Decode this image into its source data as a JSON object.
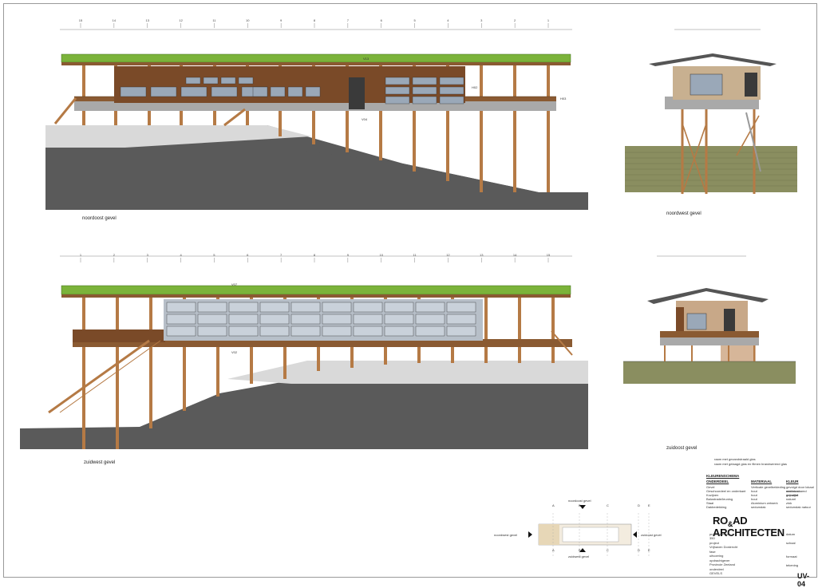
{
  "elevations": {
    "noordoost": "noordoost gevel",
    "noordwest": "noordwest gevel",
    "zuidwest": "zuidwest gevel",
    "zuidoost": "zuidoost gevel"
  },
  "legend": {
    "item1": "raam met gezandstraald glas",
    "item2": "raam met gelaagd glas en filmen brandwerend glas"
  },
  "kleurenschema": {
    "title": "KLEURENSCHEMA",
    "col_onderdeel": "ONDERDEEL",
    "col_materiaal": "MATERIAAL",
    "col_kleur": "KLEUR",
    "rows": [
      [
        "Gevel",
        "Verticale gevelbekleding",
        "gevolgd door lokaal materiaal"
      ],
      [
        "Geschoordeel en onderkant",
        "hout",
        "verduurzaamd gepolijst"
      ],
      [
        "Kozijnen",
        "hout",
        "antraciet"
      ],
      [
        "Balustrade/leuning",
        "hout",
        "naturel"
      ],
      [
        "Staal",
        "Aluminium zetwerk",
        "zink"
      ],
      [
        "Dakbedekking",
        "sedumdak",
        "sedumdak natuur"
      ]
    ]
  },
  "firm": {
    "name_pre": "RO",
    "name_amp": "&",
    "name_post": "AD ARCHITECTEN"
  },
  "titleblock": {
    "k1": "projectnummer",
    "v1": "350",
    "k2": "project",
    "v2": "Vrijhaven Dordrecht",
    "k3": "fase",
    "v3": "uitvoering",
    "k4": "opdrachtgever",
    "v4": "Provincie Zeeland",
    "k5": "onderdeel",
    "v5": "GEVELS",
    "r1": "datum",
    "r2": "schaal",
    "r3": "formaat",
    "r4": "tekening",
    "code": "UV-04"
  },
  "keyplan": {
    "north": "noordoost gevel",
    "south": "zuidwest gevel",
    "west": "noordwest gevel",
    "east": "zuidoost gevel",
    "letters_top": [
      "A",
      "B",
      "C",
      "D",
      "E"
    ],
    "letters_bottom": [
      "A",
      "B",
      "C",
      "D",
      "E"
    ]
  },
  "grid": {
    "noordoost": [
      "15",
      "14",
      "13",
      "12",
      "11",
      "10",
      "9",
      "8",
      "7",
      "6",
      "5",
      "4",
      "3",
      "2",
      "1"
    ],
    "zuidwest": [
      "1",
      "2",
      "3",
      "4",
      "5",
      "6",
      "7",
      "8",
      "9",
      "10",
      "11",
      "12",
      "13",
      "14",
      "15"
    ]
  },
  "tags": {
    "v1": "V13",
    "v2": "V04",
    "v3": "V07",
    "v4": "V02",
    "v5": "H03",
    "v6": "H02"
  },
  "colors": {
    "roof": "#7bb33a",
    "wood": "#b57a45",
    "ground": "#5a5a5a",
    "slope_top": "#d8d8d8",
    "grass": "#8a8e60",
    "facade": "#7a4a28",
    "window": "#9aa8b8"
  }
}
